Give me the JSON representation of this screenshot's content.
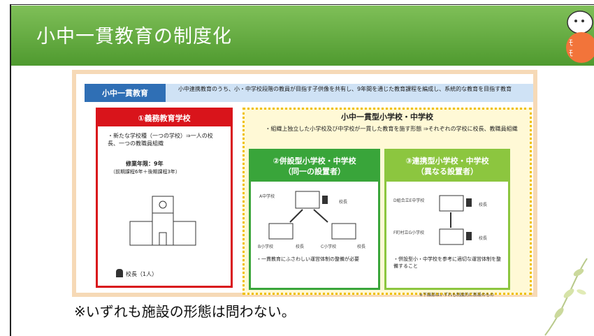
{
  "slide": {
    "title": "小中一貫教育の制度化",
    "footnote": "※いずれも施設の形態は問わない。"
  },
  "figure": {
    "band": {
      "label": "小中一貫教育",
      "text": "小中連携教育のうち、小・中学校段階の教員が目指す子供像を共有し、9年間を通じた教育課程を編成し、系統的な教育を目指す教育"
    },
    "compulsory_school": {
      "heading": "①義務教育学校",
      "bullets": "・新たな学校種（一つの学校）⇒一人の校長、一つの教職員組織",
      "years": "修業年限：9年",
      "years_note": "（前期課程6年＋後期課程3年）",
      "principal": "校長（1人）"
    },
    "integrated": {
      "heading": "小中一貫型小学校・中学校",
      "description": "・組織上独立した小学校及び中学校が一貫した教育を施す形態 ⇒それぞれの学校に校長、教職員組織",
      "same_founder": {
        "heading": "②併設型小学校・中学校",
        "sub": "（同一の設置者）",
        "labels": [
          "A中学校",
          "校長",
          "B小学校",
          "校長",
          "C小学校",
          "校長"
        ],
        "note": "・一貫教育にふさわしい運営体制の整備が必要"
      },
      "different_founder": {
        "heading": "③連携型小学校・中学校",
        "sub": "（異なる設置者）",
        "labels": [
          "D組合立E中学校",
          "校長",
          "F町村立G小学校",
          "校長"
        ],
        "note": "・併設型小・中学校を参考に適切な運営体制を整備すること"
      },
      "footer": "※下線部はいずれも制度的に新設のもの"
    }
  }
}
